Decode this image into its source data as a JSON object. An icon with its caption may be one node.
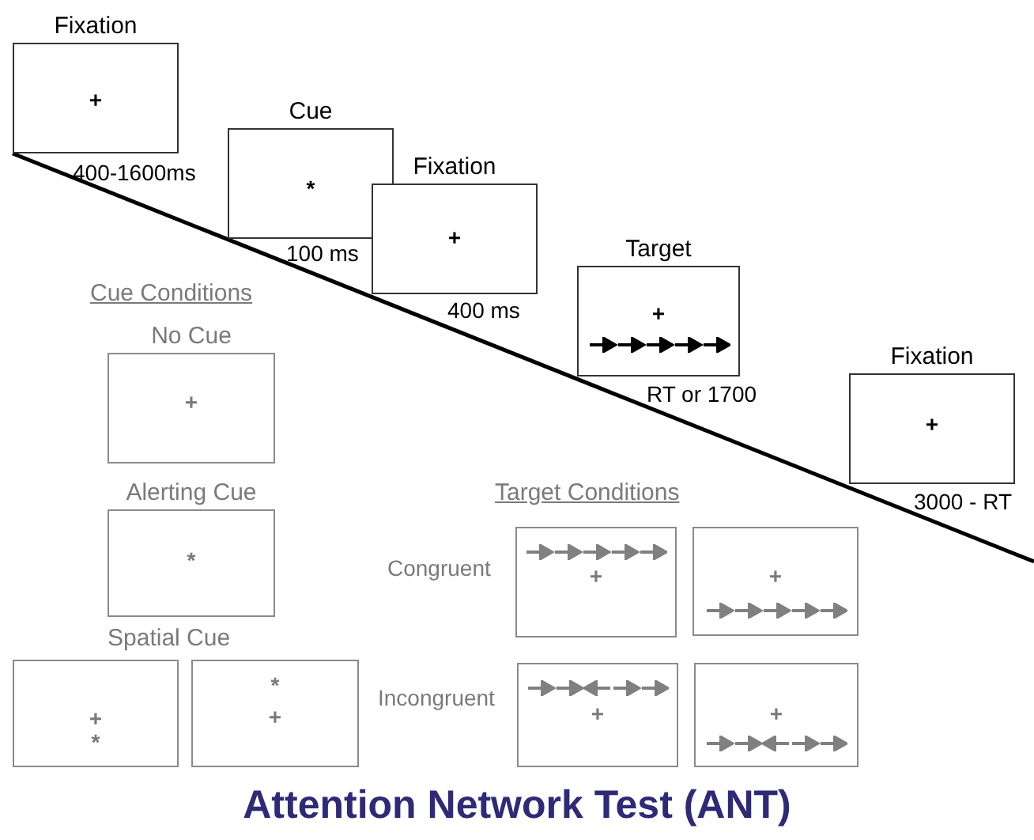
{
  "diagram": {
    "title": "Attention Network Test (ANT)",
    "nodes": [
      {
        "text": [
          "Fixation",
          "+"
        ],
        "beside": [
          "400-1600ms"
        ]
      },
      {
        "text": [
          "Cue",
          "*"
        ],
        "beside": [
          "100 ms"
        ]
      },
      {
        "text": [
          "Fixation",
          "+"
        ],
        "beside": [
          "400 ms"
        ]
      },
      {
        "text": [
          "Target",
          "+"
        ],
        "beside": [
          "RT or 1700"
        ]
      },
      {
        "text": [
          "Fixation",
          "+"
        ],
        "beside": [
          "3000 - RT"
        ]
      },
      {
        "text": [
          "No Cue",
          "+"
        ]
      },
      {
        "text": [
          "Alerting Cue",
          "*"
        ]
      },
      {
        "text": [
          "+",
          "*"
        ]
      },
      {
        "text": [
          "*",
          "+"
        ]
      },
      {
        "text": [
          "+"
        ],
        "beside": [
          "Congruent"
        ]
      },
      {
        "text": [
          "+"
        ]
      },
      {
        "text": [
          "+"
        ],
        "beside": [
          "Incongruent"
        ]
      },
      {
        "text": [
          "+"
        ]
      }
    ],
    "labels": [
      "Cue Conditions",
      "Spatial Cue",
      "Target Conditions"
    ]
  }
}
